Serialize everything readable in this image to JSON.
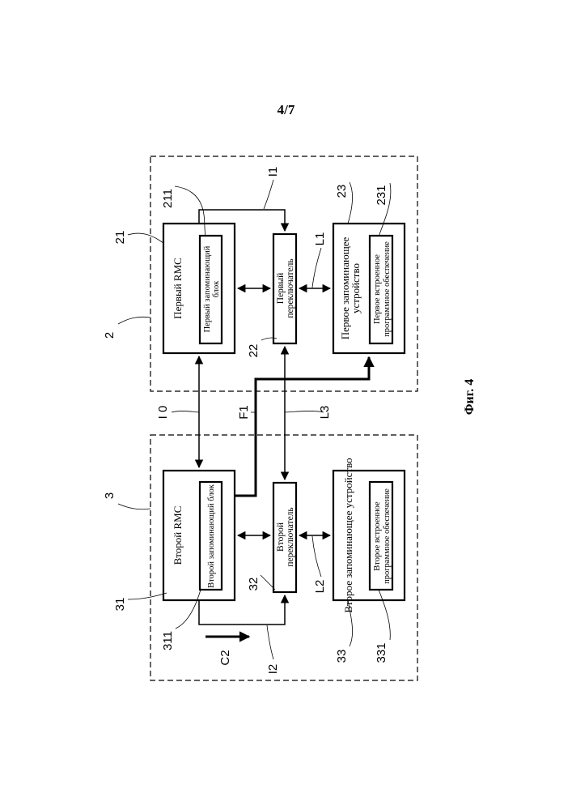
{
  "page_number": "4/7",
  "caption": "Фиг. 4",
  "modules": {
    "first": {
      "ref": "2",
      "rmc": {
        "ref": "21",
        "label": "Первый RMC"
      },
      "storage_block": {
        "ref": "211",
        "label_line1": "Первый запоминающий",
        "label_line2": "блок"
      },
      "switch": {
        "ref": "22",
        "label_line1": "Первый",
        "label_line2": "переключатель"
      },
      "memory": {
        "ref": "23",
        "label_line1": "Первое запоминающее",
        "label_line2": "устройство"
      },
      "firmware": {
        "ref": "231",
        "label_line1": "Первое встроенное",
        "label_line2": "программное обеспечение"
      }
    },
    "second": {
      "ref": "3",
      "rmc": {
        "ref": "31",
        "label": "Второй RMC"
      },
      "storage_block": {
        "ref": "311",
        "label": "Второй запоминающий блок"
      },
      "switch": {
        "ref": "32",
        "label_line1": "Второй",
        "label_line2": "переключатель"
      },
      "memory": {
        "ref": "33",
        "label": "Второе запоминающее устройство"
      },
      "firmware": {
        "ref": "331",
        "label_line1": "Второе встроенное",
        "label_line2": "программное обеспечение"
      }
    }
  },
  "links": {
    "I0": "I 0",
    "I1": "I1",
    "I2": "I2",
    "F1": "F1",
    "L1": "L1",
    "L2": "L2",
    "L3": "L3",
    "C2": "C2"
  }
}
